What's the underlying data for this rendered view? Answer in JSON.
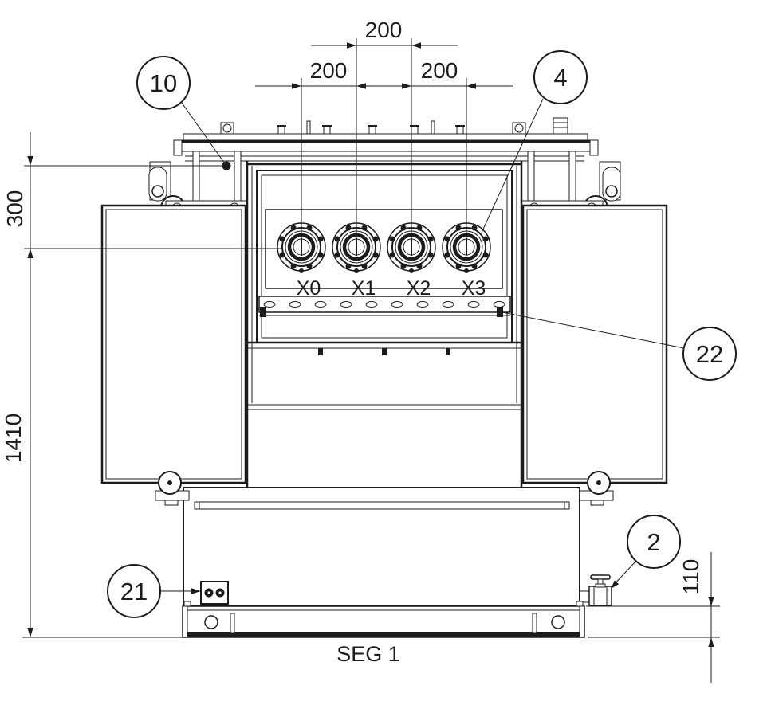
{
  "dimensions": {
    "top_center_mm": "200",
    "top_left_mm": "200",
    "top_right_mm": "200",
    "left_upper_mm": "300",
    "left_overall_mm": "1410",
    "base_height_mm": "110"
  },
  "balloons": {
    "b10": "10",
    "b4": "4",
    "b22": "22",
    "b21": "21",
    "b2": "2"
  },
  "bushing_labels": [
    "X0",
    "X1",
    "X2",
    "X3"
  ],
  "base_label": "SEG 1"
}
